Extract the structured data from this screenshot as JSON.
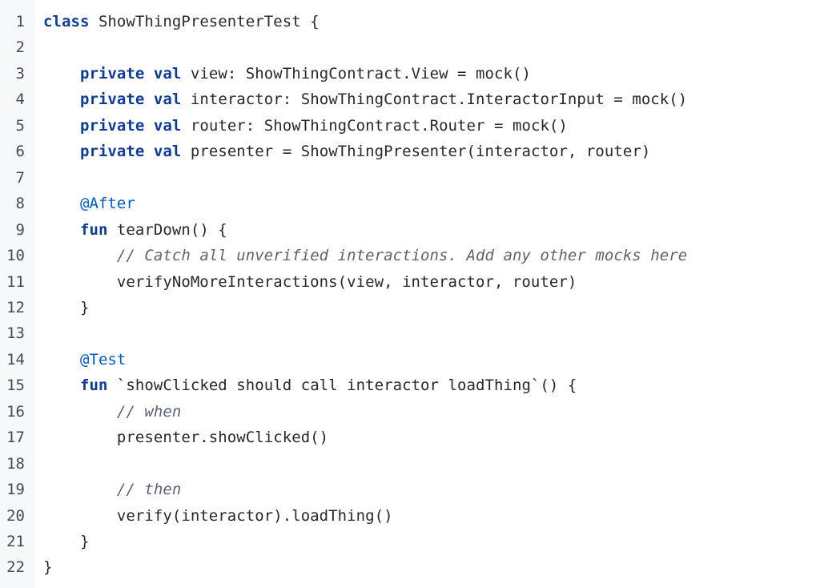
{
  "colors": {
    "gutter_bg": "#f6f8fa",
    "keyword": "#0e3b98",
    "annotation": "#005cc5",
    "comment": "#5a6470",
    "text": "#24292e"
  },
  "lines": [
    {
      "n": "1",
      "tokens": [
        {
          "t": "class",
          "k": "kw"
        },
        {
          "t": " ShowThingPresenterTest {",
          "k": "pl"
        }
      ]
    },
    {
      "n": "2",
      "tokens": []
    },
    {
      "n": "3",
      "tokens": [
        {
          "t": "    ",
          "k": "pl"
        },
        {
          "t": "private",
          "k": "kw"
        },
        {
          "t": " ",
          "k": "pl"
        },
        {
          "t": "val",
          "k": "kw"
        },
        {
          "t": " view: ShowThingContract.View = mock()",
          "k": "pl"
        }
      ]
    },
    {
      "n": "4",
      "tokens": [
        {
          "t": "    ",
          "k": "pl"
        },
        {
          "t": "private",
          "k": "kw"
        },
        {
          "t": " ",
          "k": "pl"
        },
        {
          "t": "val",
          "k": "kw"
        },
        {
          "t": " interactor: ShowThingContract.InteractorInput = mock()",
          "k": "pl"
        }
      ]
    },
    {
      "n": "5",
      "tokens": [
        {
          "t": "    ",
          "k": "pl"
        },
        {
          "t": "private",
          "k": "kw"
        },
        {
          "t": " ",
          "k": "pl"
        },
        {
          "t": "val",
          "k": "kw"
        },
        {
          "t": " router: ShowThingContract.Router = mock()",
          "k": "pl"
        }
      ]
    },
    {
      "n": "6",
      "tokens": [
        {
          "t": "    ",
          "k": "pl"
        },
        {
          "t": "private",
          "k": "kw"
        },
        {
          "t": " ",
          "k": "pl"
        },
        {
          "t": "val",
          "k": "kw"
        },
        {
          "t": " presenter = ShowThingPresenter(interactor, router)",
          "k": "pl"
        }
      ]
    },
    {
      "n": "7",
      "tokens": []
    },
    {
      "n": "8",
      "tokens": [
        {
          "t": "    ",
          "k": "pl"
        },
        {
          "t": "@After",
          "k": "an"
        }
      ]
    },
    {
      "n": "9",
      "tokens": [
        {
          "t": "    ",
          "k": "pl"
        },
        {
          "t": "fun",
          "k": "kw"
        },
        {
          "t": " tearDown() {",
          "k": "pl"
        }
      ]
    },
    {
      "n": "10",
      "tokens": [
        {
          "t": "        ",
          "k": "pl"
        },
        {
          "t": "// Catch all unverified interactions. Add any other mocks here",
          "k": "cm"
        }
      ]
    },
    {
      "n": "11",
      "tokens": [
        {
          "t": "        verifyNoMoreInteractions(view, interactor, router)",
          "k": "pl"
        }
      ]
    },
    {
      "n": "12",
      "tokens": [
        {
          "t": "    }",
          "k": "pl"
        }
      ]
    },
    {
      "n": "13",
      "tokens": []
    },
    {
      "n": "14",
      "tokens": [
        {
          "t": "    ",
          "k": "pl"
        },
        {
          "t": "@Test",
          "k": "an"
        }
      ]
    },
    {
      "n": "15",
      "tokens": [
        {
          "t": "    ",
          "k": "pl"
        },
        {
          "t": "fun",
          "k": "kw"
        },
        {
          "t": " `showClicked should call interactor loadThing`() {",
          "k": "pl"
        }
      ]
    },
    {
      "n": "16",
      "tokens": [
        {
          "t": "        ",
          "k": "pl"
        },
        {
          "t": "// when",
          "k": "cm"
        }
      ]
    },
    {
      "n": "17",
      "tokens": [
        {
          "t": "        presenter.showClicked()",
          "k": "pl"
        }
      ]
    },
    {
      "n": "18",
      "tokens": []
    },
    {
      "n": "19",
      "tokens": [
        {
          "t": "        ",
          "k": "pl"
        },
        {
          "t": "// then",
          "k": "cm"
        }
      ]
    },
    {
      "n": "20",
      "tokens": [
        {
          "t": "        verify(interactor).loadThing()",
          "k": "pl"
        }
      ]
    },
    {
      "n": "21",
      "tokens": [
        {
          "t": "    }",
          "k": "pl"
        }
      ]
    },
    {
      "n": "22",
      "tokens": [
        {
          "t": "}",
          "k": "pl"
        }
      ]
    }
  ]
}
